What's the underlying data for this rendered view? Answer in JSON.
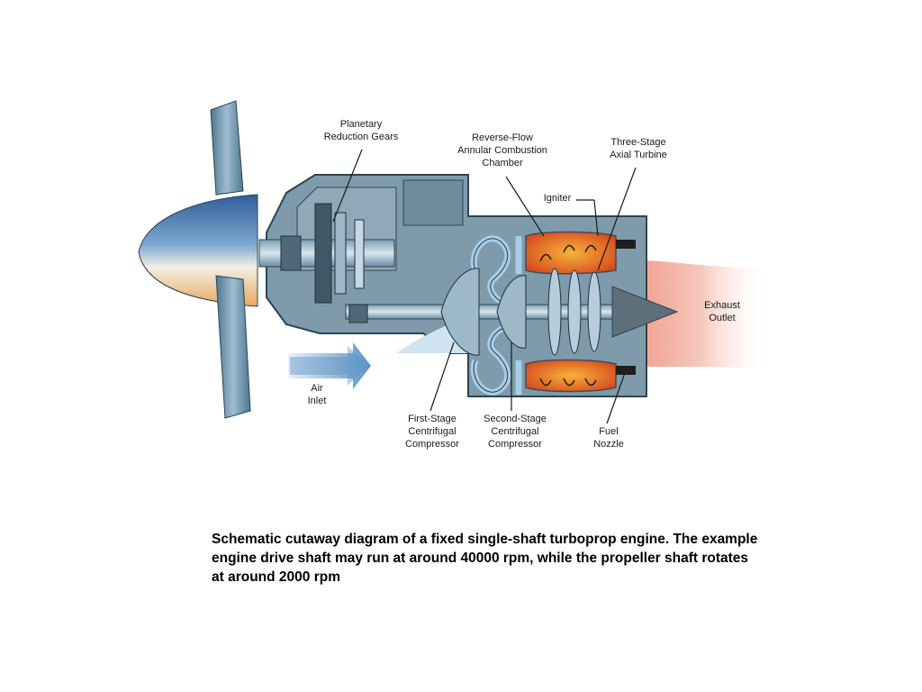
{
  "labels": {
    "planetary_reduction_gears": "Planetary\nReduction Gears",
    "reverse_flow_chamber": "Reverse-Flow\nAnnular Combustion\nChamber",
    "three_stage_turbine": "Three-Stage\nAxial Turbine",
    "igniter": "Igniter",
    "exhaust_outlet": "Exhaust\nOutlet",
    "air_inlet": "Air\nInlet",
    "first_stage_compressor": "First-Stage\nCentrifugal\nCompressor",
    "second_stage_compressor": "Second-Stage\nCentrifugal\nCompressor",
    "fuel_nozzle": "Fuel\nNozzle"
  },
  "caption": "Schematic cutaway diagram of a fixed single-shaft turboprop engine. The example engine drive shaft may run at around 40000 rpm, while the propeller shaft rotates at around 2000 rpm",
  "colors": {
    "casing": "#6d8a9a",
    "casing_dark": "#3a4f5c",
    "shaft": "#a9c3d3",
    "combustion": "#e8692a",
    "airflow": "#a8cde6",
    "exhaust": "#f2b0a0"
  }
}
